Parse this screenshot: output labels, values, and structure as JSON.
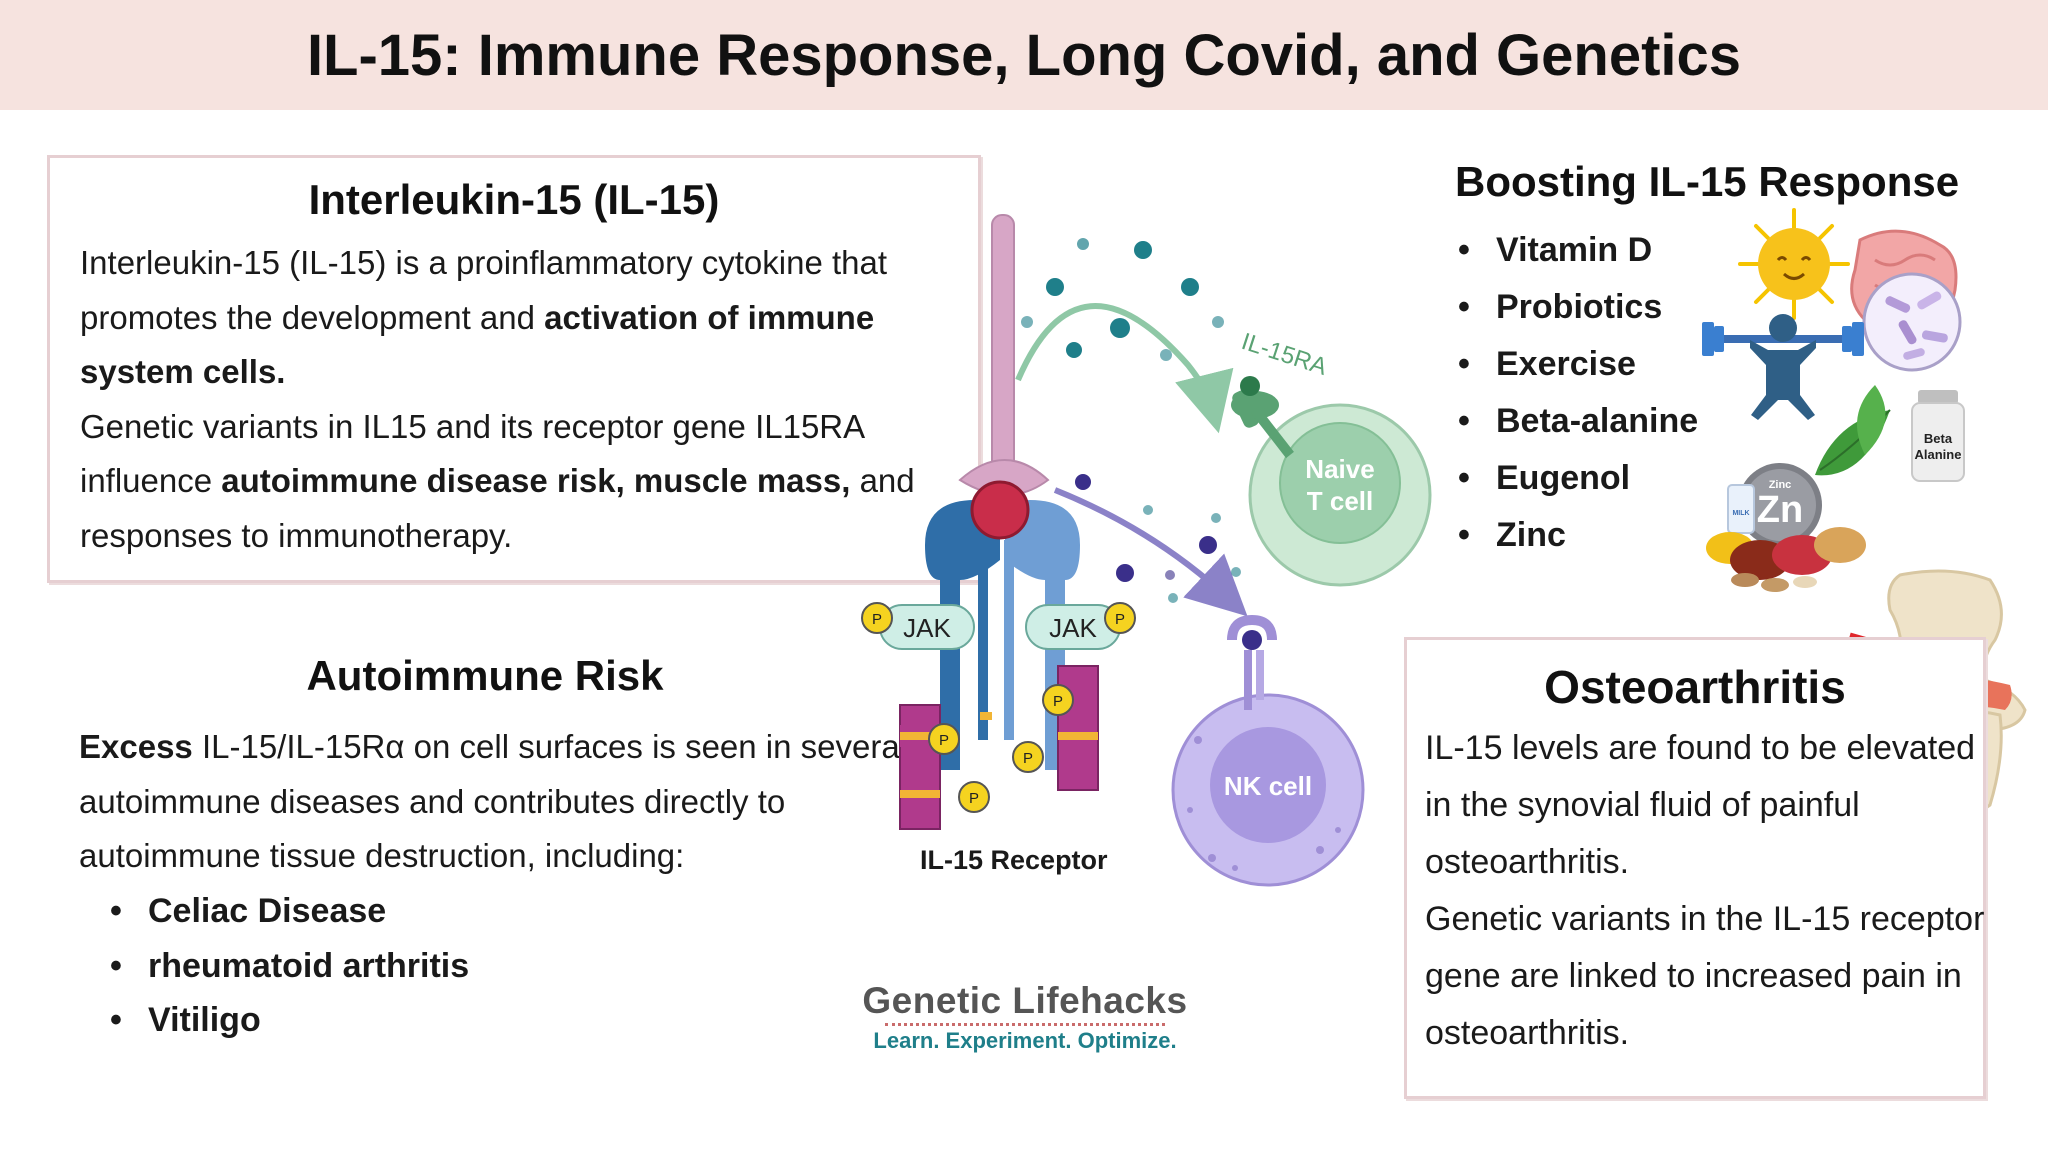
{
  "header": {
    "title": "IL-15: Immune Response, Long Covid, and Genetics"
  },
  "il15_box": {
    "title": "Interleukin-15 (IL-15)",
    "p1_a": "Interleukin-15 (IL-15) is a proinflammatory cytokine that promotes the development and ",
    "p1_b": "activation of immune system cells.",
    "p2_a": "Genetic variants in IL15 and its receptor gene IL15RA influence ",
    "p2_b": "autoimmune disease risk, muscle mass,",
    "p2_c": " and responses to immunotherapy."
  },
  "autoimmune": {
    "title": "Autoimmune Risk",
    "p_a": "Excess",
    "p_b": " IL-15/IL-15Rα on cell surfaces is seen in several autoimmune diseases and contributes directly to autoimmune tissue destruction, including:",
    "items": [
      "Celiac Disease",
      "rheumatoid arthritis",
      "Vitiligo"
    ]
  },
  "boosting": {
    "title": "Boosting IL-15 Response",
    "items": [
      "Vitamin D",
      "Probiotics",
      "Exercise",
      "Beta-alanine",
      "Eugenol",
      "Zinc"
    ],
    "bottle_label_1": "Beta",
    "bottle_label_2": "Alanine",
    "zinc_small": "Zinc",
    "zinc_symbol": "Zn",
    "milk_label": "MILK"
  },
  "osteoarthritis": {
    "title": "Osteoarthritis",
    "p1": "IL-15 levels are found to be elevated in the synovial fluid of painful osteoarthritis.",
    "p2": "Genetic variants in the IL-15 receptor gene are linked to increased pain in osteoarthritis."
  },
  "diagram": {
    "il15ra_label": "IL-15RA",
    "naive_line1": "Naive",
    "naive_line2": "T cell",
    "nk_label": "NK cell",
    "jak_left": "JAK",
    "jak_right": "JAK",
    "p_label": "P",
    "receptor_label": "IL-15 Receptor"
  },
  "logo": {
    "name": "Genetic Lifehacks",
    "tagline": "Learn. Experiment. Optimize."
  },
  "colors": {
    "header_bg": "#f6e3df",
    "box_border": "#e6cfd2",
    "teal_dots": "#1f7f8a",
    "naive_cell": "#a9d6b5",
    "nk_cell": "#b8a9e0",
    "receptor_blue": "#2f6ea8",
    "receptor_pink": "#d7a6c6",
    "jak": "#cfeee6",
    "kinase": "#b03a8c",
    "phospho": "#f5d320"
  }
}
